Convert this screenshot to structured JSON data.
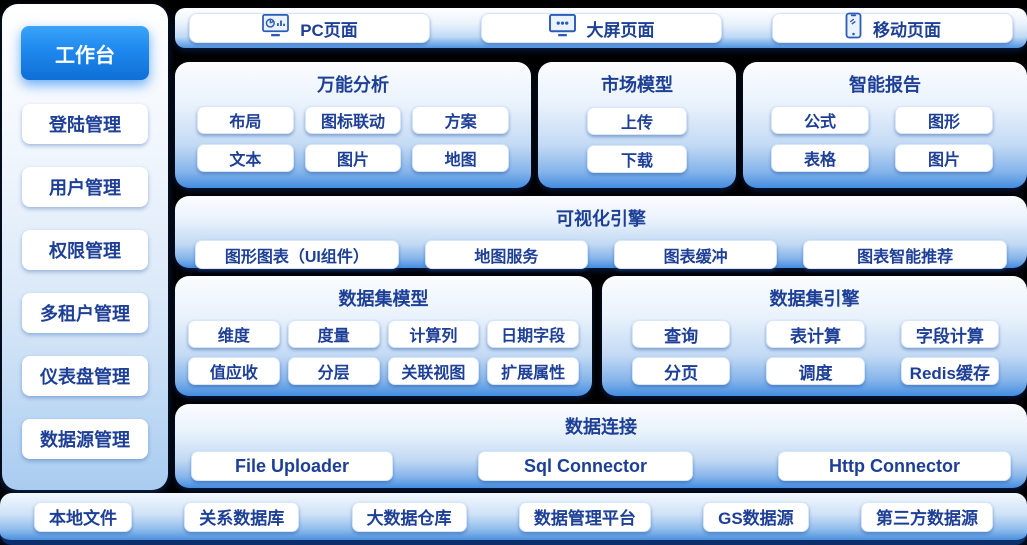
{
  "colors": {
    "background": "#000000",
    "text_navy": "#1d3f96",
    "active_blue": "#1e88ee",
    "panel_blue": "#448de0",
    "bottom_edge_navy": "#0c2f6b",
    "icon_stroke": "#2a5bb8"
  },
  "sidebar": {
    "items": [
      {
        "label": "工作台",
        "active": true
      },
      {
        "label": "登陆管理",
        "active": false
      },
      {
        "label": "用户管理",
        "active": false
      },
      {
        "label": "权限管理",
        "active": false
      },
      {
        "label": "多租户管理",
        "active": false
      },
      {
        "label": "仪表盘管理",
        "active": false
      },
      {
        "label": "数据源管理",
        "active": false
      }
    ]
  },
  "top_pages": {
    "items": [
      {
        "label": "PC页面",
        "icon": "monitor-chart-icon"
      },
      {
        "label": "大屏页面",
        "icon": "monitor-dots-icon"
      },
      {
        "label": "移动页面",
        "icon": "mobile-phone-icon"
      }
    ]
  },
  "sections": {
    "analysis": {
      "title": "万能分析",
      "buttons": [
        "布局",
        "图标联动",
        "方案",
        "文本",
        "图片",
        "地图"
      ]
    },
    "market": {
      "title": "市场模型",
      "buttons": [
        "上传",
        "下载"
      ]
    },
    "report": {
      "title": "智能报告",
      "buttons": [
        "公式",
        "图形",
        "表格",
        "图片"
      ]
    },
    "viz": {
      "title": "可视化引擎",
      "buttons": [
        "图形图表（UI组件）",
        "地图服务",
        "图表缓冲",
        "图表智能推荐"
      ]
    },
    "dataset_model": {
      "title": "数据集模型",
      "buttons": [
        "维度",
        "度量",
        "计算列",
        "日期字段",
        "值应收",
        "分层",
        "关联视图",
        "扩展属性"
      ]
    },
    "dataset_engine": {
      "title": "数据集引擎",
      "buttons": [
        "查询",
        "表计算",
        "字段计算",
        "分页",
        "调度",
        "Redis缓存"
      ]
    },
    "data_connect": {
      "title": "数据连接",
      "buttons": [
        "File Uploader",
        "Sql Connector",
        "Http Connector"
      ]
    },
    "datasources": {
      "items": [
        "本地文件",
        "关系数据库",
        "大数据仓库",
        "数据管理平台",
        "GS数据源",
        "第三方数据源"
      ]
    }
  }
}
